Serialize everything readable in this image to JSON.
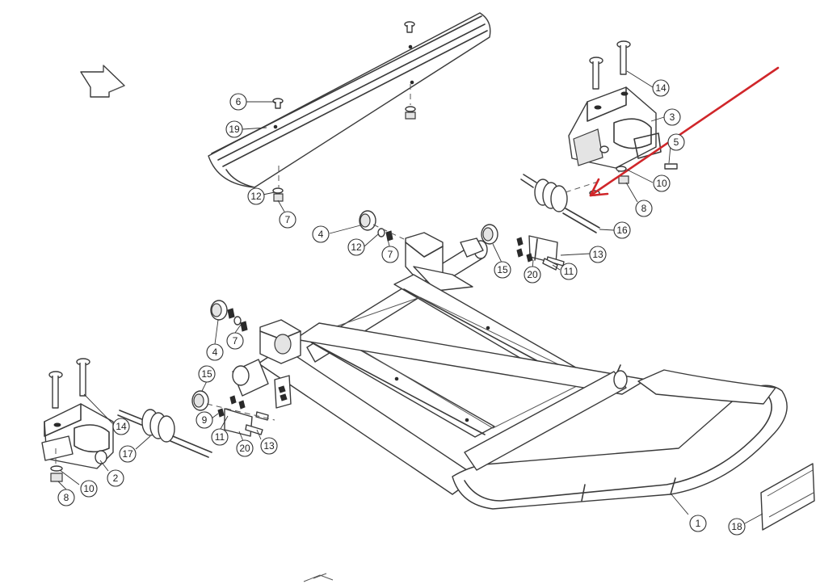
{
  "callouts": [
    {
      "id": "c1",
      "label": "1"
    },
    {
      "id": "c2",
      "label": "2"
    },
    {
      "id": "c3",
      "label": "3"
    },
    {
      "id": "c4a",
      "label": "4"
    },
    {
      "id": "c4b",
      "label": "4"
    },
    {
      "id": "c5",
      "label": "5"
    },
    {
      "id": "c6",
      "label": "6"
    },
    {
      "id": "c7a",
      "label": "7"
    },
    {
      "id": "c7b",
      "label": "7"
    },
    {
      "id": "c7c",
      "label": "7"
    },
    {
      "id": "c8a",
      "label": "8"
    },
    {
      "id": "c8b",
      "label": "8"
    },
    {
      "id": "c9",
      "label": "9"
    },
    {
      "id": "c10a",
      "label": "10"
    },
    {
      "id": "c10b",
      "label": "10"
    },
    {
      "id": "c11a",
      "label": "11"
    },
    {
      "id": "c11b",
      "label": "11"
    },
    {
      "id": "c12a",
      "label": "12"
    },
    {
      "id": "c12b",
      "label": "12"
    },
    {
      "id": "c13a",
      "label": "13"
    },
    {
      "id": "c13b",
      "label": "13"
    },
    {
      "id": "c14a",
      "label": "14"
    },
    {
      "id": "c14b",
      "label": "14"
    },
    {
      "id": "c15a",
      "label": "15"
    },
    {
      "id": "c15b",
      "label": "15"
    },
    {
      "id": "c16",
      "label": "16"
    },
    {
      "id": "c17",
      "label": "17"
    },
    {
      "id": "c18",
      "label": "18"
    },
    {
      "id": "c19",
      "label": "19"
    },
    {
      "id": "c20a",
      "label": "20"
    },
    {
      "id": "c20b",
      "label": "20"
    }
  ],
  "colors": {
    "line": "#3a3a3a",
    "highlight_arrow": "#d0262a",
    "background": "#ffffff"
  }
}
